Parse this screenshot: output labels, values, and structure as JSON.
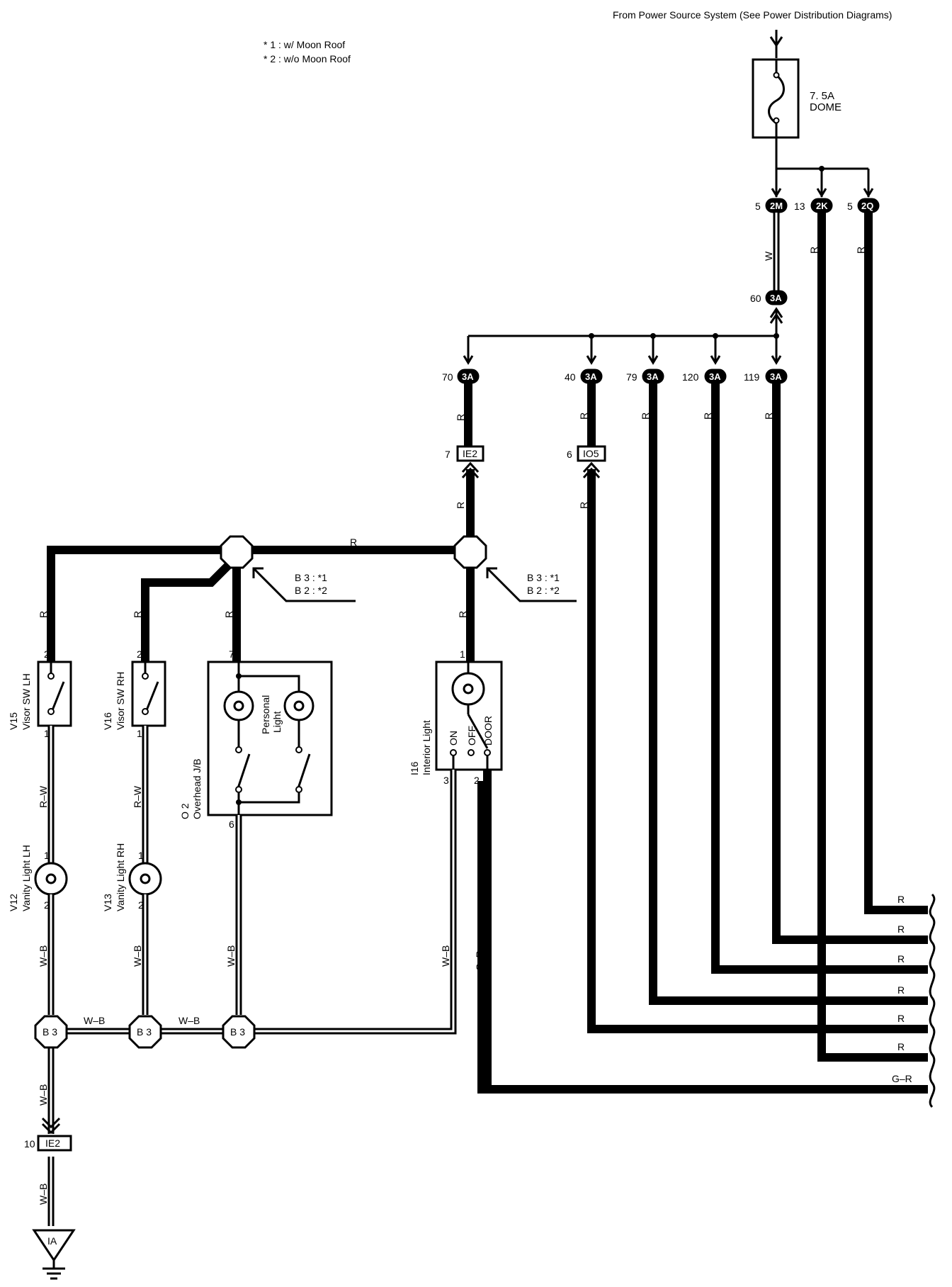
{
  "header": {
    "power_source": "From Power Source System (See Power Distribution Diagrams)",
    "note_1": "* 1 : w/ Moon Roof",
    "note_2": "* 2 : w/o Moon Roof"
  },
  "fuse": {
    "rating": "7. 5A",
    "name": "DOME"
  },
  "junction_connectors": [
    {
      "pin": "5",
      "code": "2M"
    },
    {
      "pin": "13",
      "code": "2K"
    },
    {
      "pin": "5",
      "code": "2Q"
    },
    {
      "pin": "60",
      "code": "3A"
    },
    {
      "pin": "70",
      "code": "3A"
    },
    {
      "pin": "40",
      "code": "3A"
    },
    {
      "pin": "79",
      "code": "3A"
    },
    {
      "pin": "120",
      "code": "3A"
    },
    {
      "pin": "119",
      "code": "3A"
    }
  ],
  "inline_connectors": [
    {
      "pin": "7",
      "code": "IE2"
    },
    {
      "pin": "6",
      "code": "IO5"
    },
    {
      "pin": "10",
      "code": "IE2"
    }
  ],
  "splices": {
    "callout_line1": "B 3 : *1",
    "callout_line2": "B 2 : *2",
    "ground_splice": "B 3"
  },
  "components": {
    "v15": {
      "id": "V15",
      "name": "Visor SW LH",
      "pin_top": "2",
      "pin_bottom": "1"
    },
    "v16": {
      "id": "V16",
      "name": "Visor SW RH",
      "pin_top": "2",
      "pin_bottom": "1"
    },
    "o2": {
      "id": "O 2",
      "name": "Overhead J/B",
      "sub": "Personal",
      "sub2": "Light",
      "pin_top": "7",
      "pin_bottom": "6"
    },
    "i16": {
      "id": "I16",
      "name": "Interior Light",
      "sw_on": "ON",
      "sw_off": "OFF",
      "sw_door": "DOOR",
      "pin_top": "1",
      "pin_3": "3",
      "pin_2": "2"
    },
    "v12": {
      "id": "V12",
      "name": "Vanity Light LH",
      "pin_top": "1",
      "pin_bottom": "2"
    },
    "v13": {
      "id": "V13",
      "name": "Vanity Light RH",
      "pin_top": "1",
      "pin_bottom": "2"
    }
  },
  "ground": {
    "code": "IA"
  },
  "wire_colors": {
    "r": "R",
    "w": "W",
    "rw": "R–W",
    "wb": "W–B",
    "gr": "G–R"
  },
  "outputs": [
    "R",
    "R",
    "R",
    "R",
    "R",
    "R",
    "G–R"
  ]
}
